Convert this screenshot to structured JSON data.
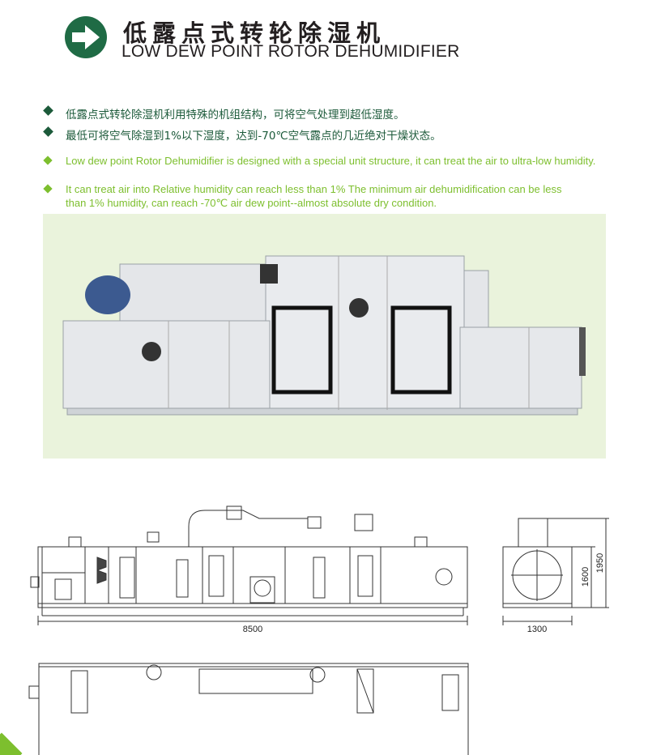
{
  "header": {
    "title_cn": "低露点式转轮除湿机",
    "title_en": "LOW DEW POINT ROTOR DEHUMIDIFIER",
    "logo_icon": "arrow-right-icon"
  },
  "bullets_cn": [
    "低露点式转轮除湿机利用特殊的机组结构，可将空气处理到超低湿度。",
    "最低可将空气除湿到1%以下湿度，达到-70℃空气露点的几近绝对干燥状态。"
  ],
  "bullets_en": [
    "Low dew point Rotor Dehumidifier is designed with a special unit structure, it can treat the air to ultra-low humidity.",
    "It can treat air into Relative humidity can reach less than 1% The minimum air dehumidification can be less than 1% humidity, can reach -70℃ air dew point--almost absolute dry condition."
  ],
  "drawing": {
    "length": "8500",
    "width": "1300",
    "height_inner": "1600",
    "height_total": "1950"
  },
  "colors": {
    "dark_green": "#1c5a3a",
    "light_green": "#7dbf2e",
    "logo": "#1f6b45",
    "photo_bg": "#eaf3dc"
  }
}
